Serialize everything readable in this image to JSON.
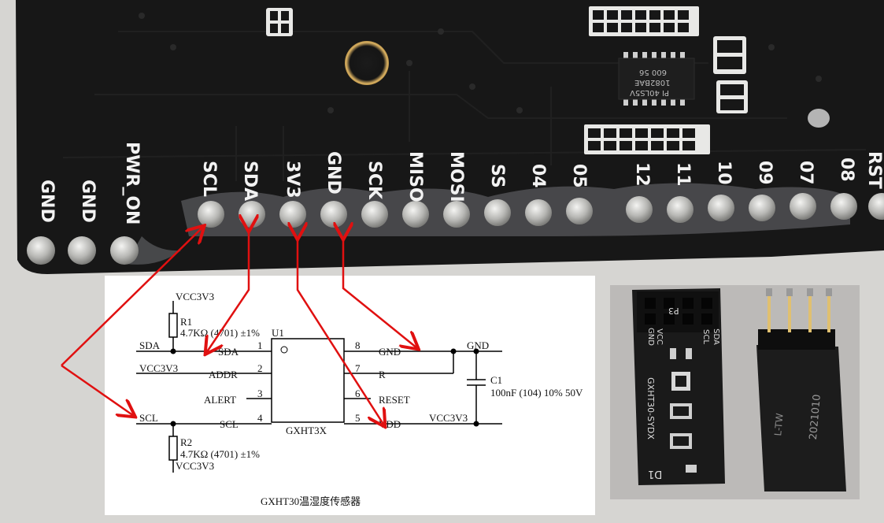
{
  "board": {
    "pin_labels": [
      "GND",
      "GND",
      "PWR_ON",
      "SCL",
      "SDA",
      "3V3",
      "GND",
      "SCK",
      "MISO",
      "MOSI",
      "SS",
      "04",
      "05",
      "12",
      "11",
      "10",
      "09",
      "07",
      "08",
      "RST"
    ],
    "ic_marking_lines": [
      "PI 40LS5V",
      "1082BAE",
      "600 56"
    ]
  },
  "schematic": {
    "net_vcc_r1": "VCC3V3",
    "r1_ref": "R1",
    "r1_value": "4.7KΩ (4701) ±1%",
    "u1_ref": "U1",
    "net_sda": "SDA",
    "net_vcc_addr": "VCC3V3",
    "net_scl": "SCL",
    "r2_ref": "R2",
    "r2_value": "4.7KΩ (4701) ±1%",
    "net_vcc_r2": "VCC3V3",
    "pins_left": [
      {
        "num": "1",
        "name": "SDA"
      },
      {
        "num": "2",
        "name": "ADDR"
      },
      {
        "num": "3",
        "name": "ALERT"
      },
      {
        "num": "4",
        "name": "SCL"
      }
    ],
    "pins_right": [
      {
        "num": "8",
        "name": "GND"
      },
      {
        "num": "7",
        "name": "R"
      },
      {
        "num": "6",
        "name": "RESET"
      },
      {
        "num": "5",
        "name": "VDD"
      }
    ],
    "chip_name": "GXHT3X",
    "net_gnd": "GND",
    "c1_ref": "C1",
    "c1_value": "100nF (104) 10% 50V",
    "net_vcc_vdd": "VCC3V3",
    "caption": "GXHT30温湿度传感器"
  },
  "module": {
    "header_label": "P3",
    "pin_labels": [
      "VCC",
      "GND",
      "SDA",
      "SCL"
    ],
    "board_name": "GXHT30-SYDX",
    "led_label": "D1",
    "side_text": "2021010",
    "side_text2": "L-TW"
  },
  "colors": {
    "pcb": "#161616",
    "silkscreen": "#f0f0f0",
    "arrow": "#e01010",
    "pad": "#b9b9b6"
  }
}
